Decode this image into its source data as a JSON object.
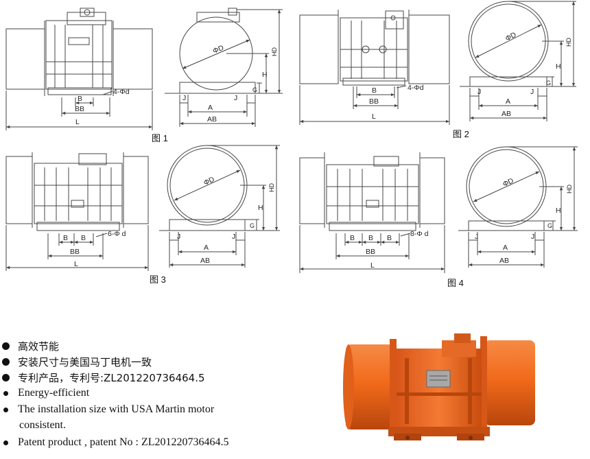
{
  "dimension_labels": {
    "phiD": "ΦD",
    "HD": "HD",
    "H": "H",
    "G": "G",
    "J": "J",
    "A": "A",
    "AB": "AB",
    "B": "B",
    "BB": "BB",
    "L": "L",
    "hole4": "4-Φd",
    "hole6": "6-Φ d",
    "hole8": "8-Φ d"
  },
  "captions": {
    "fig1": "图 1",
    "fig2": "图 2",
    "fig3": "图 3",
    "fig4": "图 4"
  },
  "features": [
    "高效节能",
    "安装尺寸与美国马丁电机一致",
    "专利产品，专利号:ZL201220736464.5",
    "Energy-efficient",
    "The installation size with USA Martin motor",
    "consistent.",
    "Patent product , patent No : ZL201220736464.5"
  ],
  "colors": {
    "line": "#444444",
    "motor_orange": "#f26a1b",
    "motor_dark": "#c94d0d",
    "plate": "#a8a8a8"
  }
}
